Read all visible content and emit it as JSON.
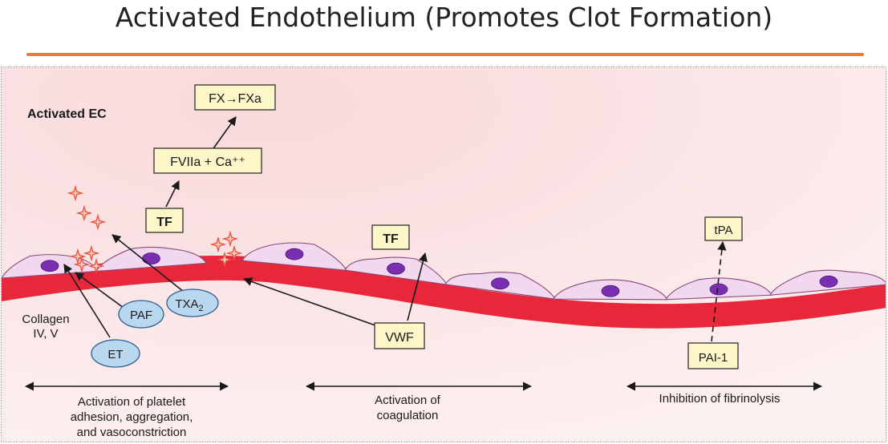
{
  "slide": {
    "title": "Activated Endothelium (Promotes Clot Formation)",
    "accent_color": "#ED7D31"
  },
  "diagram": {
    "cell_label": "Activated EC",
    "collagen_label": [
      "Collagen",
      "IV, V"
    ],
    "boxes": {
      "fx": "FX→FXa",
      "fviia": "FVIIa + Ca⁺⁺",
      "tf_left": "TF",
      "tf_mid": "TF",
      "tpa": "tPA",
      "vwf": "VWF",
      "pai1": "PAI-1"
    },
    "ovals": {
      "paf": "PAF",
      "txa2": "TXA",
      "txa2_sub": "2",
      "et": "ET"
    },
    "regions": {
      "platelet": [
        "Activation of platelet",
        "adhesion, aggregation,",
        "and vasoconstriction"
      ],
      "coagulation": [
        "Activation of",
        "coagulation"
      ],
      "fibrinolysis": [
        "Inhibition of fibrinolysis"
      ]
    },
    "colors": {
      "background": "#fbe8e8",
      "membrane": "#e8283a",
      "cell_fill": "#f2d8ee",
      "nucleus": "#7a2fb0",
      "box_fill": "#fcf6c8",
      "oval_fill": "#b9d8f0",
      "platelet": "#e8503a"
    }
  }
}
